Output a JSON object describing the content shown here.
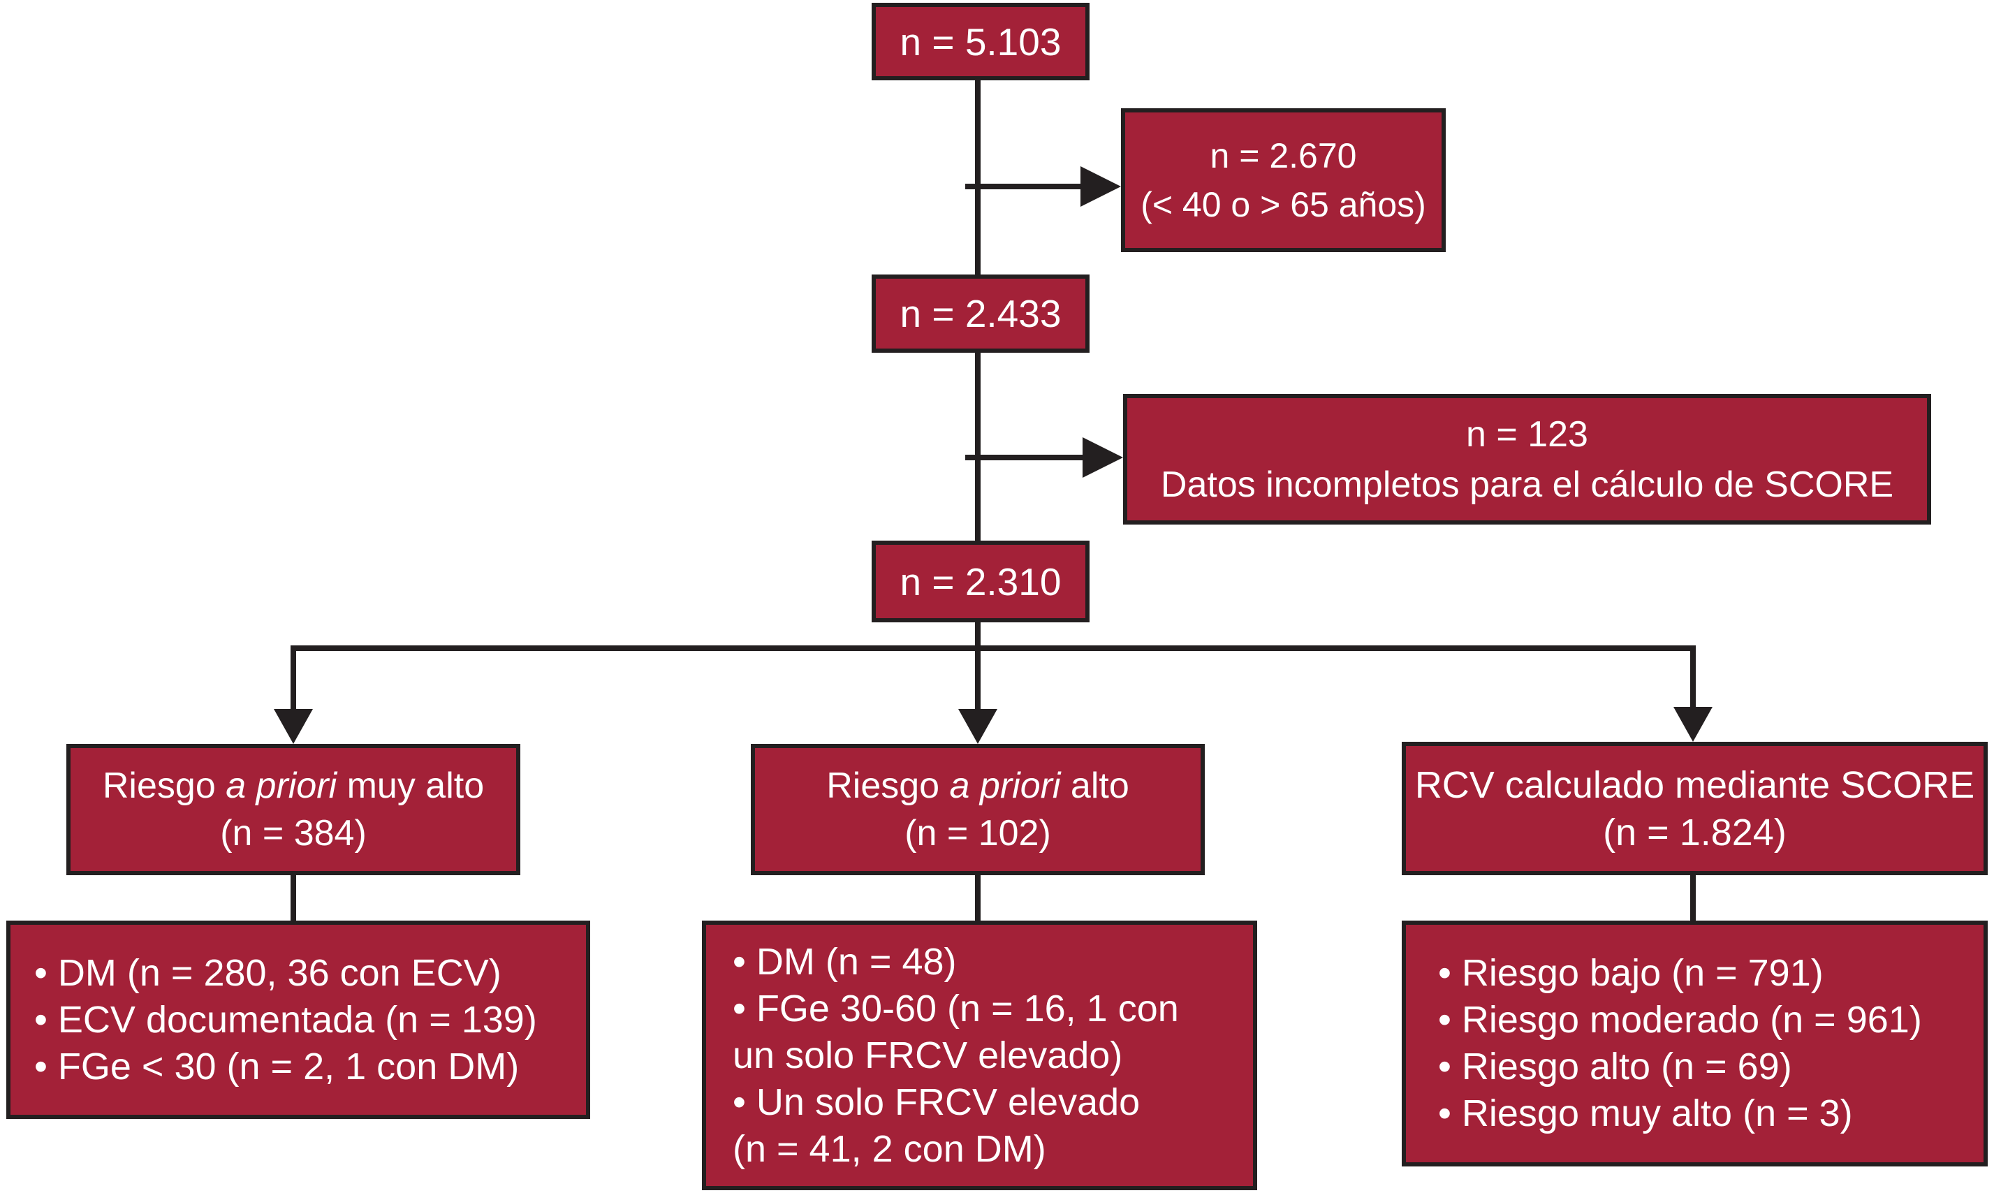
{
  "figure": {
    "type": "study-flowchart",
    "language": "es",
    "colors": {
      "box_fill": "#A32138",
      "box_border": "#231F20",
      "line": "#231F20",
      "text": "#FFFFFF",
      "background": "#FFFFFF"
    }
  },
  "nodes": {
    "total": {
      "label": "n = 5.103"
    },
    "excluded_age": {
      "line1": "n = 2.670",
      "line2": "(< 40 o > 65 años)"
    },
    "after_age": {
      "label": "n = 2.433"
    },
    "excluded_incomplete": {
      "line1": "n = 123",
      "line2": "Datos incompletos para el cálculo de SCORE"
    },
    "analyzed": {
      "label": "n = 2.310"
    },
    "branch_very_high": {
      "title_prefix": "Riesgo ",
      "title_italic": "a priori",
      "title_suffix": " muy alto",
      "subtitle": "(n = 384)"
    },
    "branch_high": {
      "title_prefix": "Riesgo ",
      "title_italic": "a priori",
      "title_suffix": " alto",
      "subtitle": "(n = 102)"
    },
    "branch_score": {
      "title": "RCV calculado mediante SCORE",
      "subtitle": "(n = 1.824)"
    },
    "detail_very_high": {
      "lines": [
        "• DM (n = 280, 36 con ECV)",
        "• ECV documentada (n = 139)",
        "• FGe < 30 (n = 2, 1 con DM)"
      ]
    },
    "detail_high": {
      "lines": [
        "• DM (n = 48)",
        "• FGe 30-60 (n = 16, 1 con",
        "un solo FRCV elevado)",
        "• Un solo FRCV elevado",
        "(n = 41, 2 con DM)"
      ]
    },
    "detail_score": {
      "lines": [
        "• Riesgo bajo (n = 791)",
        "• Riesgo moderado (n = 961)",
        "• Riesgo alto (n = 69)",
        "• Riesgo muy alto (n = 3)"
      ]
    }
  }
}
